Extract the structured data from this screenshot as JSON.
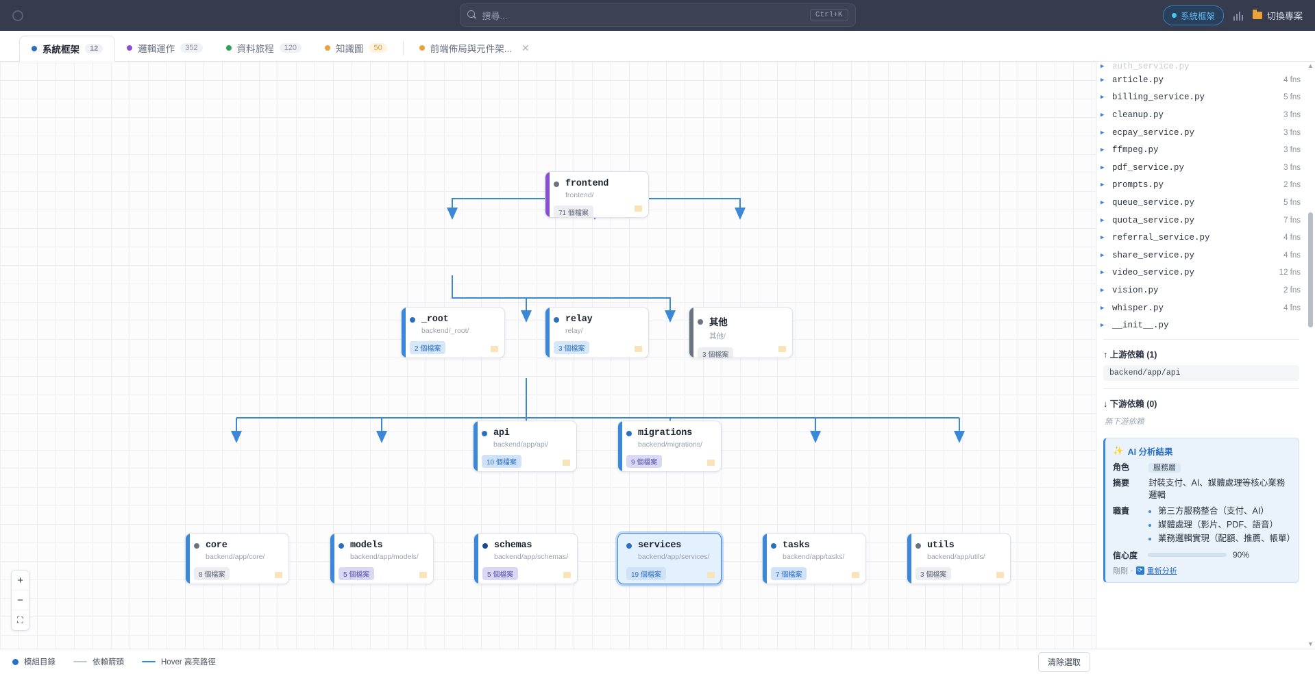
{
  "topbar": {
    "logo_icon": "circle-logo-icon",
    "search": {
      "placeholder": "搜尋...",
      "shortcut": "Ctrl+K",
      "icon": "search-icon"
    },
    "mode_pill": {
      "label": "系統框架",
      "color": "#46c6f5"
    },
    "stats_icon": "bar-chart-icon",
    "project_button": {
      "label": "切換專案",
      "icon": "folder-icon"
    }
  },
  "tabs": [
    {
      "label": "系統框架",
      "count": "12",
      "dot": "#2a6fc0",
      "active": true,
      "closable": false
    },
    {
      "label": "邏輯運作",
      "count": "352",
      "dot": "#8a4fd0",
      "active": false,
      "closable": false
    },
    {
      "label": "資料旅程",
      "count": "120",
      "dot": "#2fa05a",
      "active": false,
      "closable": false
    },
    {
      "label": "知識圖",
      "count": "50",
      "dot": "#e8a33d",
      "active": false,
      "closable": false,
      "count_warn": true
    },
    {
      "label": "前端佈局與元件架...",
      "count": "",
      "dot": "#e8a33d",
      "active": false,
      "closable": true
    }
  ],
  "graph": {
    "nodes": [
      {
        "id": "frontend",
        "name": "frontend",
        "path": "frontend/",
        "badge": "71 個檔案",
        "accent": "#8a4fd0",
        "dot": "#6b7280",
        "badge_bg": "#eceef1",
        "badge_fg": "#5a6170",
        "selected": false
      },
      {
        "id": "_root",
        "name": "_root",
        "path": "backend/_root/",
        "badge": "2 個檔案",
        "accent": "#3b87d8",
        "dot": "#2a6fc0",
        "badge_bg": "#d6e7f8",
        "badge_fg": "#2a6fc0",
        "selected": false
      },
      {
        "id": "relay",
        "name": "relay",
        "path": "relay/",
        "badge": "3 個檔案",
        "accent": "#3b87d8",
        "dot": "#2a6fc0",
        "badge_bg": "#d6e7f8",
        "badge_fg": "#2a6fc0",
        "selected": false
      },
      {
        "id": "other",
        "name": "其他",
        "path": "其他/",
        "badge": "3 個檔案",
        "accent": "#6b7280",
        "dot": "#6b7280",
        "badge_bg": "#eceef1",
        "badge_fg": "#5a6170",
        "selected": false
      },
      {
        "id": "api",
        "name": "api",
        "path": "backend/app/api/",
        "badge": "10 個檔案",
        "accent": "#3b87d8",
        "dot": "#2a6fc0",
        "badge_bg": "#cfe2f7",
        "badge_fg": "#2a6fc0",
        "selected": false
      },
      {
        "id": "migrations",
        "name": "migrations",
        "path": "backend/migrations/",
        "badge": "9 個檔案",
        "accent": "#3b87d8",
        "dot": "#2a6fc0",
        "badge_bg": "#d9d9f2",
        "badge_fg": "#5a4fb0",
        "selected": false
      },
      {
        "id": "core",
        "name": "core",
        "path": "backend/app/core/",
        "badge": "8 個檔案",
        "accent": "#3b87d8",
        "dot": "#6b7280",
        "badge_bg": "#eceef1",
        "badge_fg": "#5a6170",
        "selected": false
      },
      {
        "id": "models",
        "name": "models",
        "path": "backend/app/models/",
        "badge": "5 個檔案",
        "accent": "#3b87d8",
        "dot": "#2a6fc0",
        "badge_bg": "#d9d9f2",
        "badge_fg": "#5a4fb0",
        "selected": false
      },
      {
        "id": "schemas",
        "name": "schemas",
        "path": "backend/app/schemas/",
        "badge": "5 個檔案",
        "accent": "#3b87d8",
        "dot": "#1d4b8f",
        "badge_bg": "#d9d9f2",
        "badge_fg": "#5a4fb0",
        "selected": false
      },
      {
        "id": "services",
        "name": "services",
        "path": "backend/app/services/",
        "badge": "19 個檔案",
        "accent": "#3b87d8",
        "dot": "#2a6fc0",
        "badge_bg": "#cfe2f7",
        "badge_fg": "#2a6fc0",
        "selected": true
      },
      {
        "id": "tasks",
        "name": "tasks",
        "path": "backend/app/tasks/",
        "badge": "7 個檔案",
        "accent": "#3b87d8",
        "dot": "#2a6fc0",
        "badge_bg": "#cfe2f7",
        "badge_fg": "#2a6fc0",
        "selected": false
      },
      {
        "id": "utils",
        "name": "utils",
        "path": "backend/app/utils/",
        "badge": "3 個檔案",
        "accent": "#3b87d8",
        "dot": "#6b7280",
        "badge_bg": "#eceef1",
        "badge_fg": "#5a6170",
        "selected": false
      }
    ],
    "zoom_controls": {
      "zoom_in": "+",
      "zoom_out": "−",
      "fit": "⛶"
    }
  },
  "right_panel": {
    "files": [
      {
        "name": "article.py",
        "fns": "4 fns"
      },
      {
        "name": "billing_service.py",
        "fns": "5 fns"
      },
      {
        "name": "cleanup.py",
        "fns": "3 fns"
      },
      {
        "name": "ecpay_service.py",
        "fns": "3 fns"
      },
      {
        "name": "ffmpeg.py",
        "fns": "3 fns"
      },
      {
        "name": "pdf_service.py",
        "fns": "3 fns"
      },
      {
        "name": "prompts.py",
        "fns": "2 fns"
      },
      {
        "name": "queue_service.py",
        "fns": "5 fns"
      },
      {
        "name": "quota_service.py",
        "fns": "7 fns"
      },
      {
        "name": "referral_service.py",
        "fns": "4 fns"
      },
      {
        "name": "share_service.py",
        "fns": "4 fns"
      },
      {
        "name": "video_service.py",
        "fns": "12 fns"
      },
      {
        "name": "vision.py",
        "fns": "2 fns"
      },
      {
        "name": "whisper.py",
        "fns": "4 fns"
      },
      {
        "name": "__init__.py",
        "fns": ""
      }
    ],
    "upstream": {
      "title": "↑ 上游依賴 (1)",
      "items": [
        "backend/app/api"
      ]
    },
    "downstream": {
      "title": "↓ 下游依賴 (0)",
      "empty_text": "無下游依賴"
    },
    "ai": {
      "title": "AI 分析結果",
      "sparkle_icon": "sparkle-icon",
      "role_label": "角色",
      "role_value": "服務層",
      "summary_label": "摘要",
      "summary_value": "封裝支付、AI、媒體處理等核心業務邏輯",
      "duty_label": "職責",
      "duties": [
        "第三方服務整合（支付、AI）",
        "媒體處理（影片、PDF、語音）",
        "業務邏輯實現（配額、推薦、帳單）"
      ],
      "confidence_label": "信心度",
      "confidence_pct": "90%",
      "confidence_value": 90,
      "timestamp": "剛剛",
      "reanalyze_label": "重新分析"
    }
  },
  "bottombar": {
    "legend": [
      {
        "type": "dot",
        "label": "模組目錄",
        "color": "#2a6fc0"
      },
      {
        "type": "line",
        "label": "依賴箭頭",
        "color": "#c3c8d0"
      },
      {
        "type": "line",
        "label": "Hover 高亮路徑",
        "color": "#2a8ae0"
      }
    ],
    "clear_button": "清除選取"
  }
}
